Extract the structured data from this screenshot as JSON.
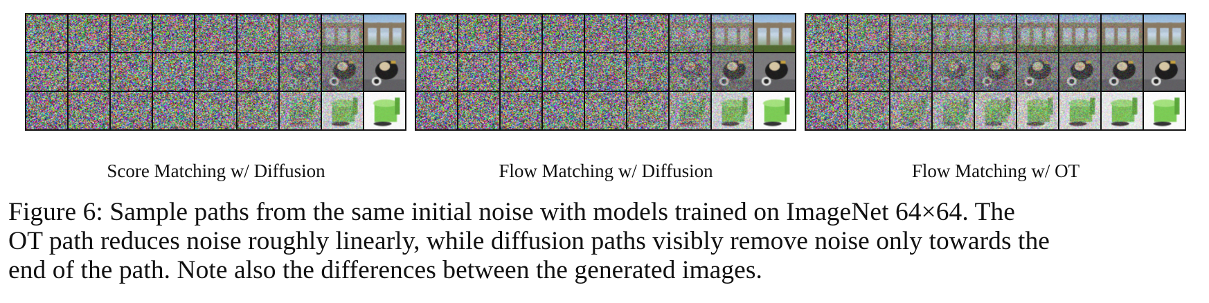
{
  "figure": {
    "panels": [
      {
        "label": "Score Matching w/ Diffusion",
        "rows": [
          {
            "subject": "aqueduct",
            "noise_levels": [
              1.0,
              1.0,
              1.0,
              1.0,
              0.98,
              0.95,
              0.82,
              0.45,
              0.05
            ]
          },
          {
            "subject": "motor-scooter",
            "noise_levels": [
              1.0,
              1.0,
              1.0,
              1.0,
              0.98,
              0.95,
              0.8,
              0.42,
              0.05
            ]
          },
          {
            "subject": "green-pot",
            "noise_levels": [
              1.0,
              1.0,
              1.0,
              1.0,
              0.98,
              0.95,
              0.8,
              0.42,
              0.05
            ]
          }
        ]
      },
      {
        "label": "Flow Matching w/ Diffusion",
        "rows": [
          {
            "subject": "aqueduct",
            "noise_levels": [
              1.0,
              1.0,
              1.0,
              1.0,
              0.98,
              0.94,
              0.78,
              0.4,
              0.04
            ]
          },
          {
            "subject": "motor-scooter",
            "noise_levels": [
              1.0,
              1.0,
              1.0,
              1.0,
              0.98,
              0.94,
              0.78,
              0.4,
              0.04
            ]
          },
          {
            "subject": "green-pot",
            "noise_levels": [
              1.0,
              1.0,
              1.0,
              1.0,
              0.98,
              0.94,
              0.78,
              0.4,
              0.04
            ]
          }
        ]
      },
      {
        "label": "Flow Matching w/ OT",
        "rows": [
          {
            "subject": "aqueduct",
            "noise_levels": [
              1.0,
              0.92,
              0.82,
              0.72,
              0.6,
              0.48,
              0.36,
              0.2,
              0.04
            ]
          },
          {
            "subject": "motor-scooter",
            "noise_levels": [
              1.0,
              0.92,
              0.82,
              0.72,
              0.6,
              0.48,
              0.36,
              0.2,
              0.04
            ]
          },
          {
            "subject": "green-pot",
            "noise_levels": [
              1.0,
              0.92,
              0.82,
              0.72,
              0.6,
              0.48,
              0.36,
              0.2,
              0.04
            ]
          }
        ]
      }
    ],
    "caption_lines": [
      "Figure 6: Sample paths from the same initial noise with models trained on ImageNet 64×64. The",
      "OT path reduces noise roughly linearly, while diffusion paths visibly remove noise only towards the",
      "end of the path. Note also the differences between the generated images."
    ]
  }
}
